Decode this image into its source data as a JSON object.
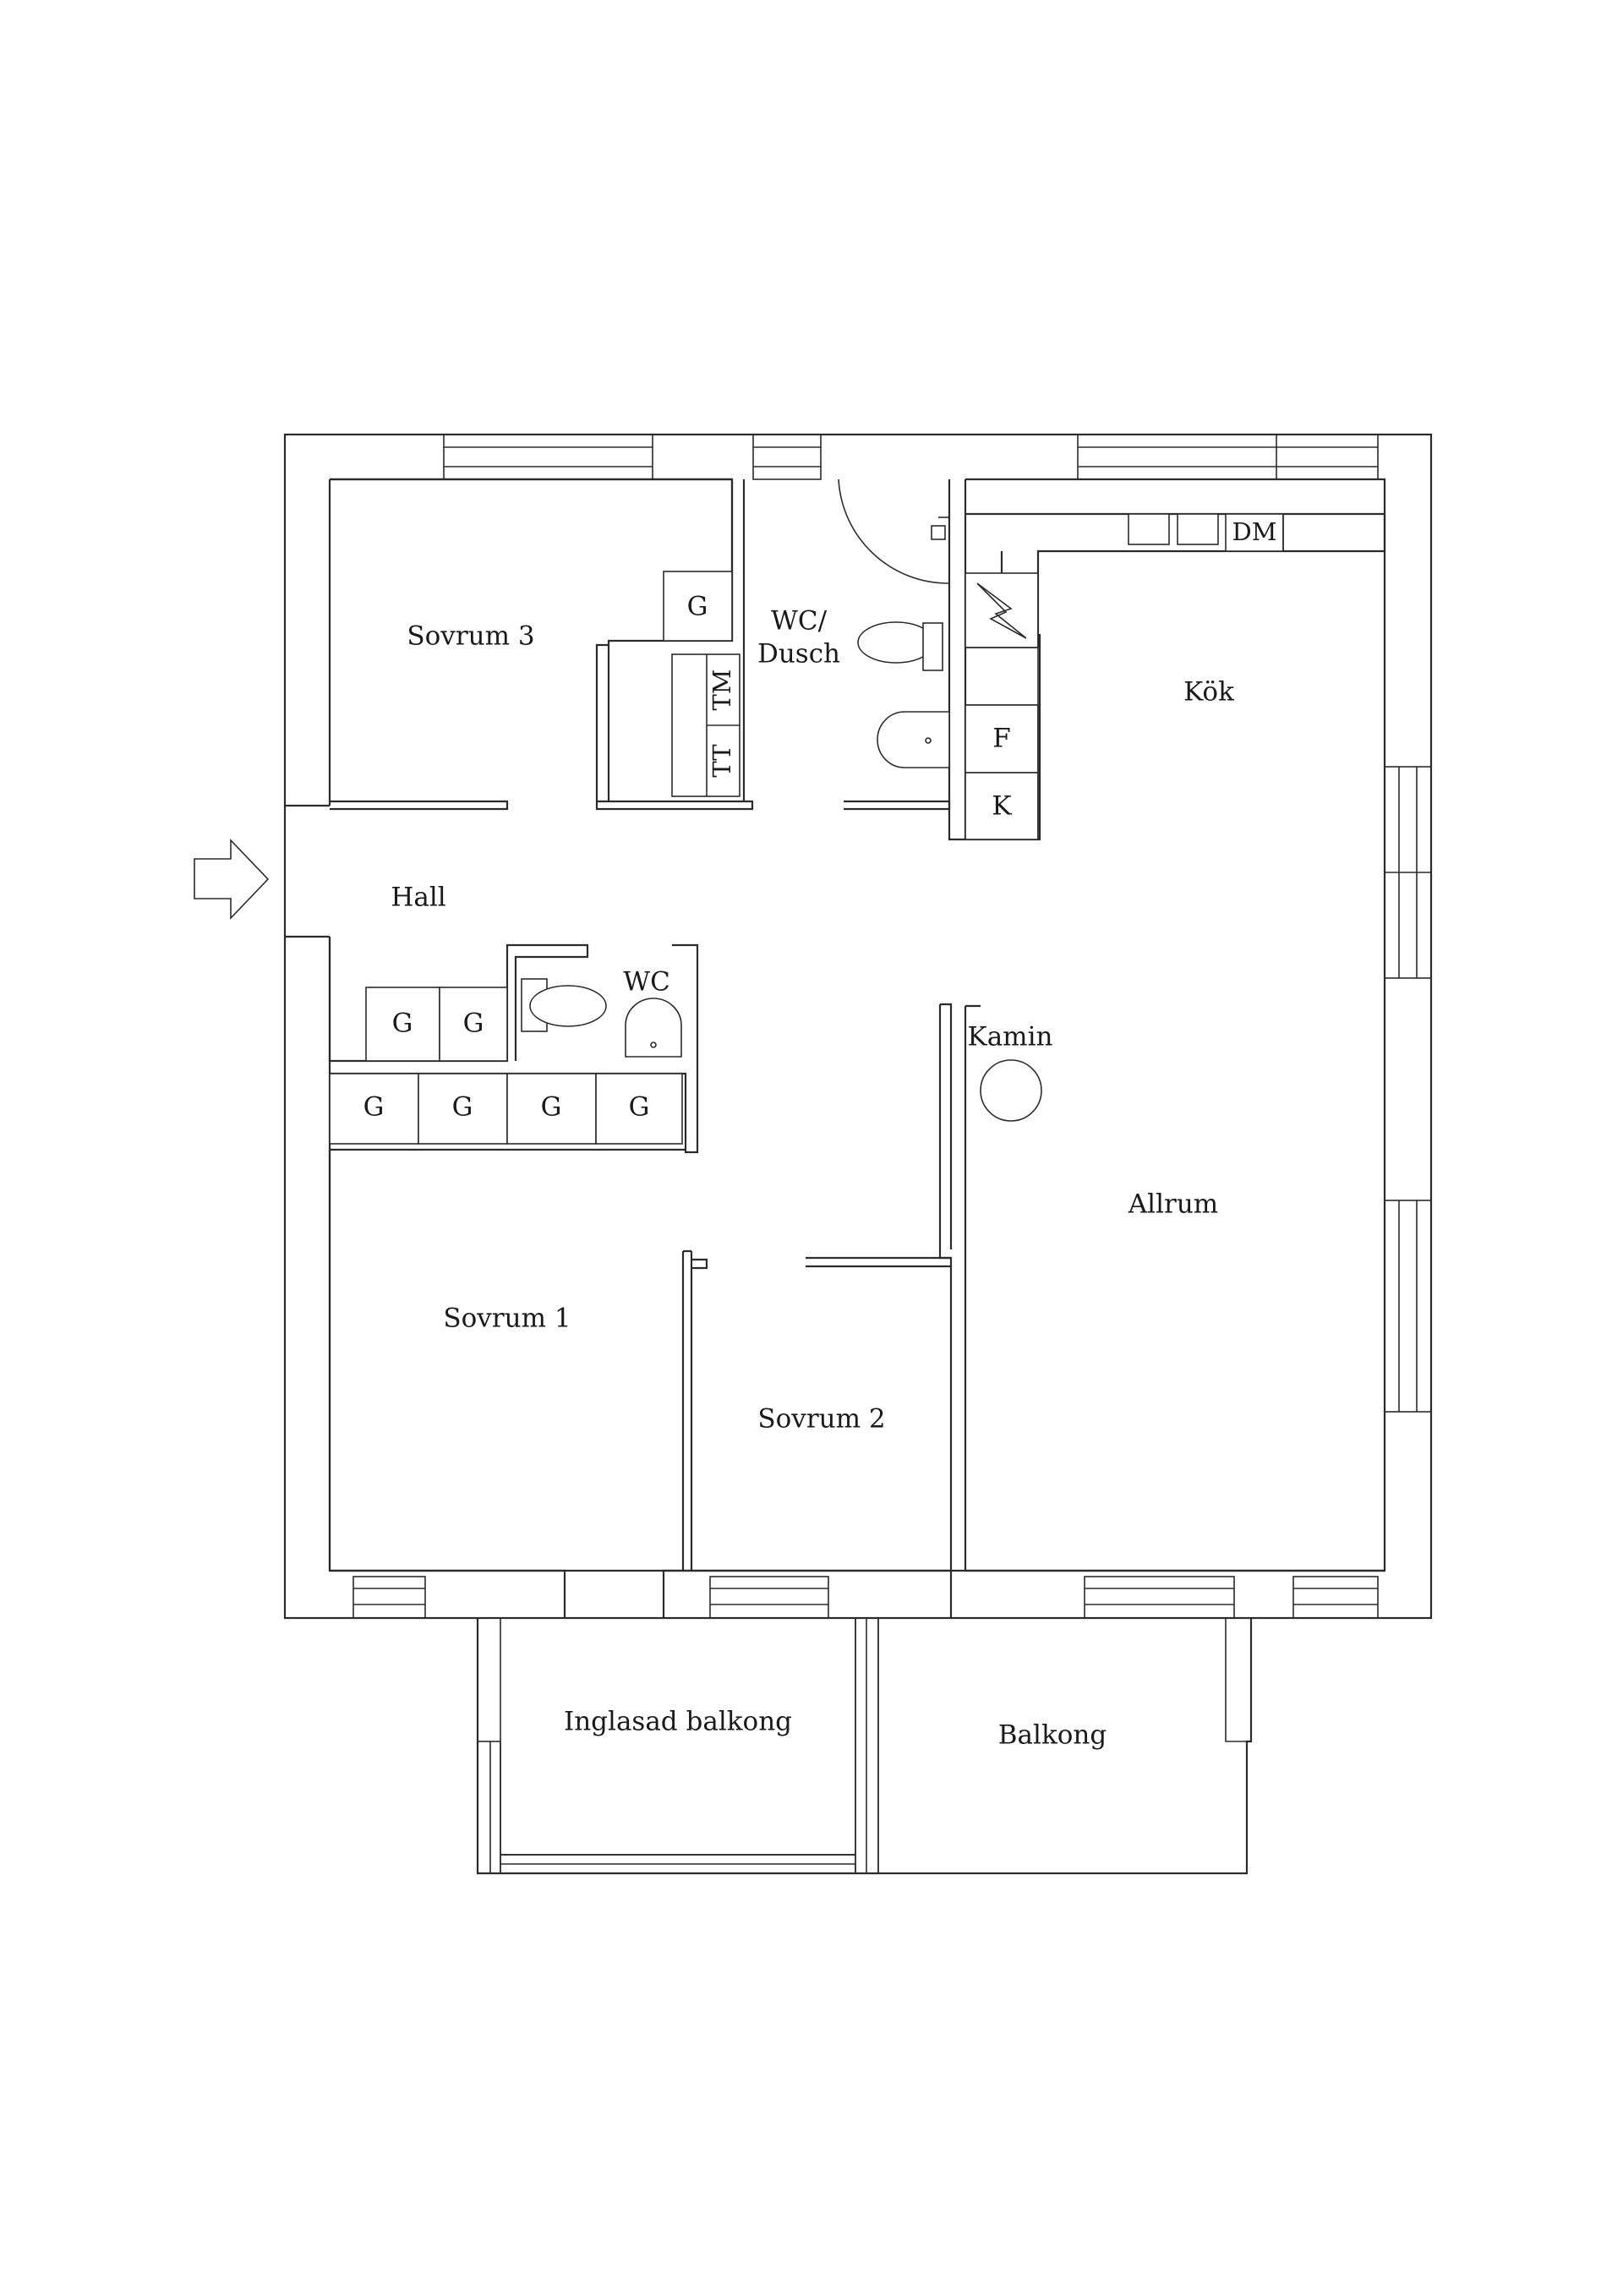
{
  "rooms": {
    "sovrum3": "Sovrum 3",
    "wc_dusch_line1": "WC/",
    "wc_dusch_line2": "Dusch",
    "kok": "Kök",
    "hall": "Hall",
    "wc": "WC",
    "kamin": "Kamin",
    "allrum": "Allrum",
    "sovrum1": "Sovrum 1",
    "sovrum2": "Sovrum 2",
    "inglasad_balkong": "Inglasad balkong",
    "balkong": "Balkong"
  },
  "appliances": {
    "dishwasher": "DM",
    "fridge": "F",
    "freezer": "K",
    "washer": "TM",
    "dryer": "TT"
  },
  "wardrobe_label": "G"
}
